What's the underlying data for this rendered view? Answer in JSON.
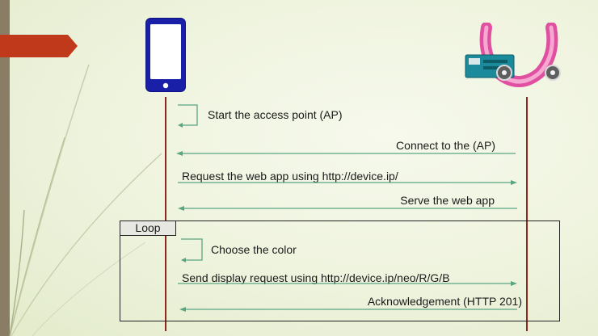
{
  "messages": {
    "start_ap": "Start the access point (AP)",
    "connect_ap": "Connect to the (AP)",
    "request_app": "Request the web app using http://device.ip/",
    "serve_app": "Serve the web app",
    "choose_color": "Choose the color",
    "send_request": "Send display request using http://device.ip/neo/R/G/B",
    "ack": "Acknowledgement (HTTP 201)"
  },
  "loop": {
    "label": "Loop"
  },
  "colors": {
    "lifeline": "#8b2a1a",
    "arrow": "#5aa582",
    "phone": "#1a1fa8",
    "accent_red": "#c0391b",
    "device_pink": "#e14fa0"
  }
}
